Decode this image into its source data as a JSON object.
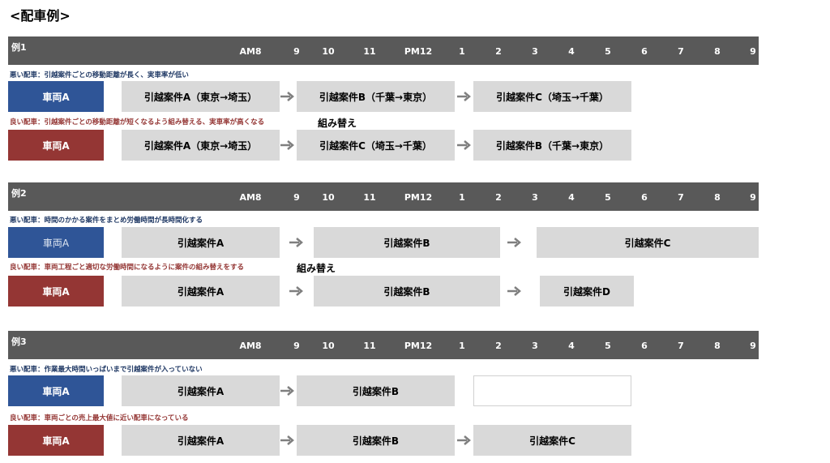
{
  "page_title": "<配車例>",
  "timeline": {
    "hours": [
      "AM8",
      "9",
      "10",
      "11",
      "PM12",
      "1",
      "2",
      "3",
      "4",
      "5",
      "6",
      "7",
      "8",
      "9"
    ]
  },
  "examples": [
    {
      "label": "例1",
      "bad": {
        "note": "悪い配車：引越案件ごとの移動距離が長く、実車率が低い",
        "vehicle": "車両A",
        "jobs": [
          "引越案件A（東京→埼玉）",
          "引越案件B（千葉→東京）",
          "引越案件C（埼玉→千葉）"
        ]
      },
      "good": {
        "note": "良い配車：引越案件ごとの移動距離が短くなるよう組み替える、実車率が高くなる",
        "reorg": "組み替え",
        "vehicle": "車両A",
        "jobs": [
          "引越案件A（東京→埼玉）",
          "引越案件C（埼玉→千葉）",
          "引越案件B（千葉→東京）"
        ]
      }
    },
    {
      "label": "例2",
      "bad": {
        "note": "悪い配車：時間のかかる案件をまとめ労働時間が長時間化する",
        "vehicle": "車両A",
        "jobs": [
          "引越案件A",
          "引越案件B",
          "引越案件C"
        ]
      },
      "good": {
        "note": "良い配車：車両工程ごと適切な労働時間になるように案件の組み替えをする",
        "reorg": "組み替え",
        "vehicle": "車両A",
        "jobs": [
          "引越案件A",
          "引越案件B",
          "引越案件D"
        ]
      }
    },
    {
      "label": "例3",
      "bad": {
        "note": "悪い配車：作業最大時間いっぱいまで引越案件が入っていない",
        "vehicle": "車両A",
        "jobs": [
          "引越案件A",
          "引越案件B",
          ""
        ]
      },
      "good": {
        "note": "良い配車：車両ごとの売上最大値に近い配車になっている",
        "vehicle": "車両A",
        "jobs": [
          "引越案件A",
          "引越案件B",
          "引越案件C"
        ]
      }
    }
  ],
  "colors": {
    "bad_vehicle": "#2f5597",
    "good_vehicle": "#943634",
    "timeline_bar": "#595959",
    "job_box": "#d9d9d9",
    "bad_note": "#1f3864",
    "good_note": "#943634"
  }
}
